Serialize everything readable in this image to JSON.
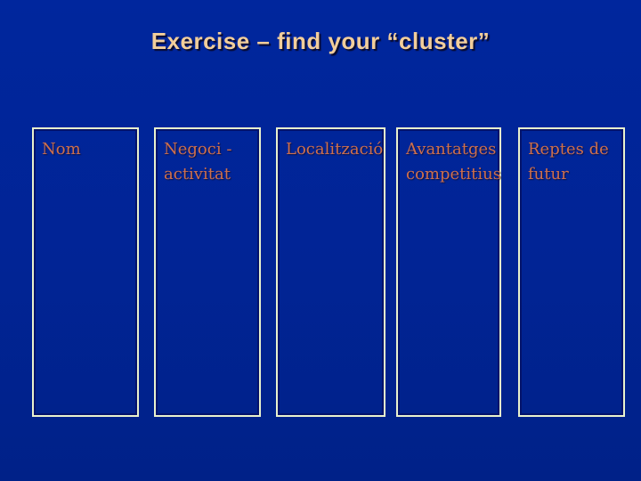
{
  "slide": {
    "title": "Exercise – find your “cluster”",
    "columns": [
      {
        "label": "Nom"
      },
      {
        "label": "Negoci - activitat"
      },
      {
        "label": "Localització"
      },
      {
        "label": "Avantatges competitius"
      },
      {
        "label": "Reptes de futur"
      }
    ],
    "colors": {
      "background_top": "#00269d",
      "background_bottom": "#002188",
      "title_text": "#f2ce9b",
      "column_label_text": "#cd6f4e",
      "box_border_outer": "#e9f2cd",
      "box_border_inner": "#04136b"
    }
  }
}
